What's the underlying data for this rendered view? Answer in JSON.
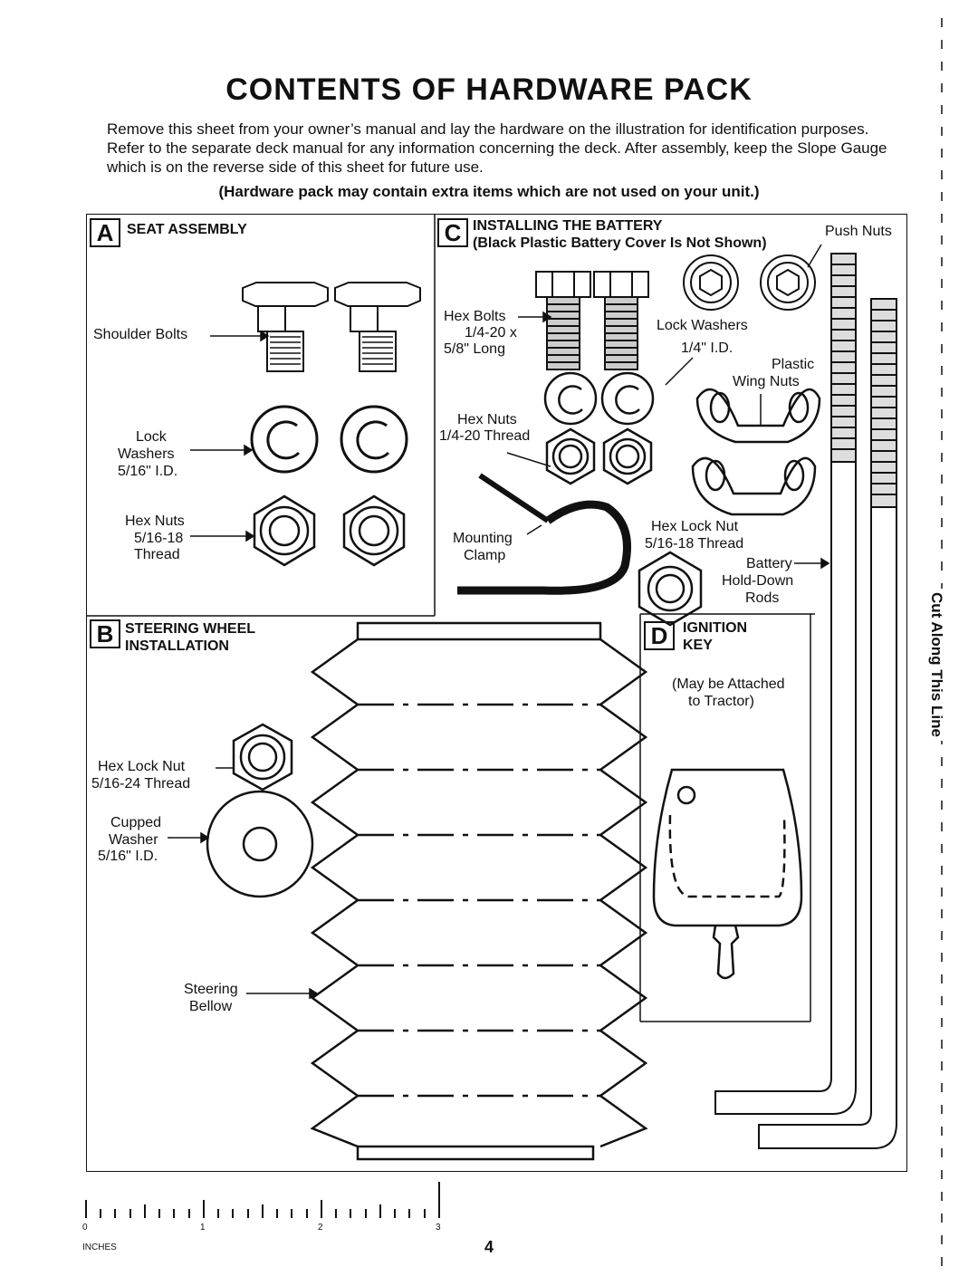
{
  "header": {
    "title": "CONTENTS OF HARDWARE PACK",
    "intro_line1": "Remove this sheet from your owner’s manual and lay the hardware on the illustration for identification purposes.",
    "intro_line2": "Refer to the separate deck manual for any information concerning the deck. After assembly, keep the Slope Gauge",
    "intro_line3": "which is on the reverse side of this sheet for future use.",
    "note": "(Hardware pack may contain extra items which are not used on your unit.)"
  },
  "section_a": {
    "letter": "A",
    "heading": "SEAT ASSEMBLY",
    "shoulder_bolts": "Shoulder Bolts",
    "lock_washers_1": "Lock",
    "lock_washers_2": "Washers",
    "lock_washers_3": "5/16\" I.D.",
    "hex_nuts_1": "Hex Nuts",
    "hex_nuts_2": "5/16-18",
    "hex_nuts_3": "Thread"
  },
  "section_b": {
    "letter": "B",
    "heading_1": "STEERING WHEEL",
    "heading_2": "INSTALLATION",
    "hex_lock_nut_1": "Hex Lock Nut",
    "hex_lock_nut_2": "5/16-24 Thread",
    "cupped_washer_1": "Cupped",
    "cupped_washer_2": "Washer",
    "cupped_washer_3": "5/16\" I.D.",
    "steering_bellow_1": "Steering",
    "steering_bellow_2": "Bellow"
  },
  "section_c": {
    "letter": "C",
    "heading_1": "INSTALLING THE BATTERY",
    "heading_2": "(Black Plastic Battery Cover Is Not Shown)",
    "push_nuts": "Push Nuts",
    "hex_bolts_1": "Hex Bolts",
    "hex_bolts_2": "1/4-20 x",
    "hex_bolts_3": "5/8\" Long",
    "lock_washers_1": "Lock Washers",
    "lock_washers_2": "1/4\" I.D.",
    "wing_nuts_1": "Plastic",
    "wing_nuts_2": "Wing Nuts",
    "hex_nuts_1": "Hex Nuts",
    "hex_nuts_2": "1/4-20 Thread",
    "mounting_clamp_1": "Mounting",
    "mounting_clamp_2": "Clamp",
    "hex_lock_nut_1": "Hex Lock Nut",
    "hex_lock_nut_2": "5/16-18 Thread",
    "holddown_1": "Battery",
    "holddown_2": "Hold-Down",
    "holddown_3": "Rods"
  },
  "section_d": {
    "letter": "D",
    "heading_1": "IGNITION",
    "heading_2": "KEY",
    "note_1": "(May be Attached",
    "note_2": "to Tractor)"
  },
  "ruler": {
    "t0": "0",
    "t1": "1",
    "t2": "2",
    "t3": "3",
    "unit": "INCHES"
  },
  "page_number": "4",
  "cut_line": "Cut Along This Line"
}
